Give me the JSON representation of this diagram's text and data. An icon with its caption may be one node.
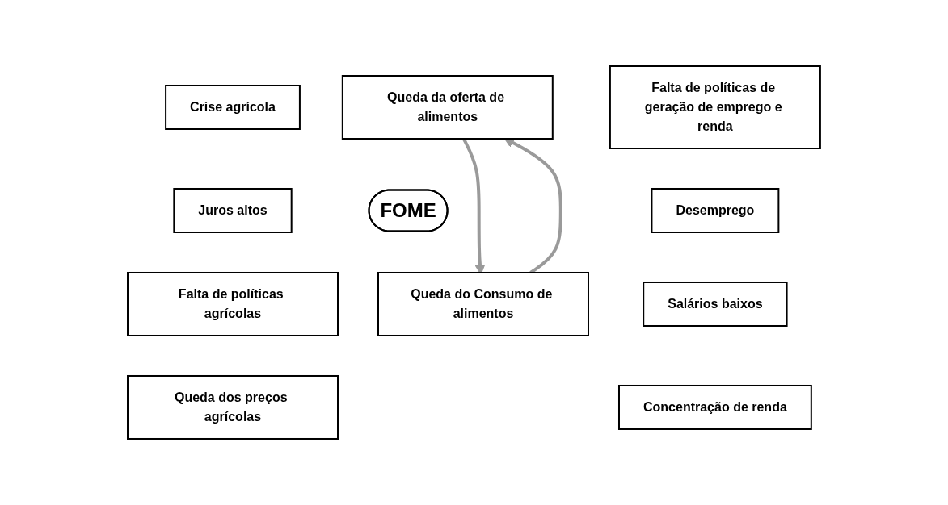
{
  "diagram": {
    "nodes": [
      {
        "text": [
          "Queda da oferta de alimentos"
        ]
      },
      {
        "text": [
          "Crise agrícola"
        ]
      },
      {
        "text": [
          "Falta de políticas de geração de emprego e renda"
        ]
      },
      {
        "text": [
          "Juros altos"
        ]
      },
      {
        "text": [
          "FOME"
        ]
      },
      {
        "text": [
          "Desemprego"
        ]
      },
      {
        "text": [
          "Falta de políticas agrícolas"
        ]
      },
      {
        "text": [
          "Salários baixos"
        ]
      },
      {
        "text": [
          "Queda dos preços agrícolas"
        ]
      },
      {
        "text": [
          "Queda do Consumo de alimentos"
        ]
      },
      {
        "text": [
          "Concentração de renda"
        ]
      }
    ],
    "edges": [
      {
        "from": 0,
        "to": 9,
        "arrow": "to"
      },
      {
        "from": 9,
        "to": 0,
        "arrow": "to"
      }
    ]
  }
}
